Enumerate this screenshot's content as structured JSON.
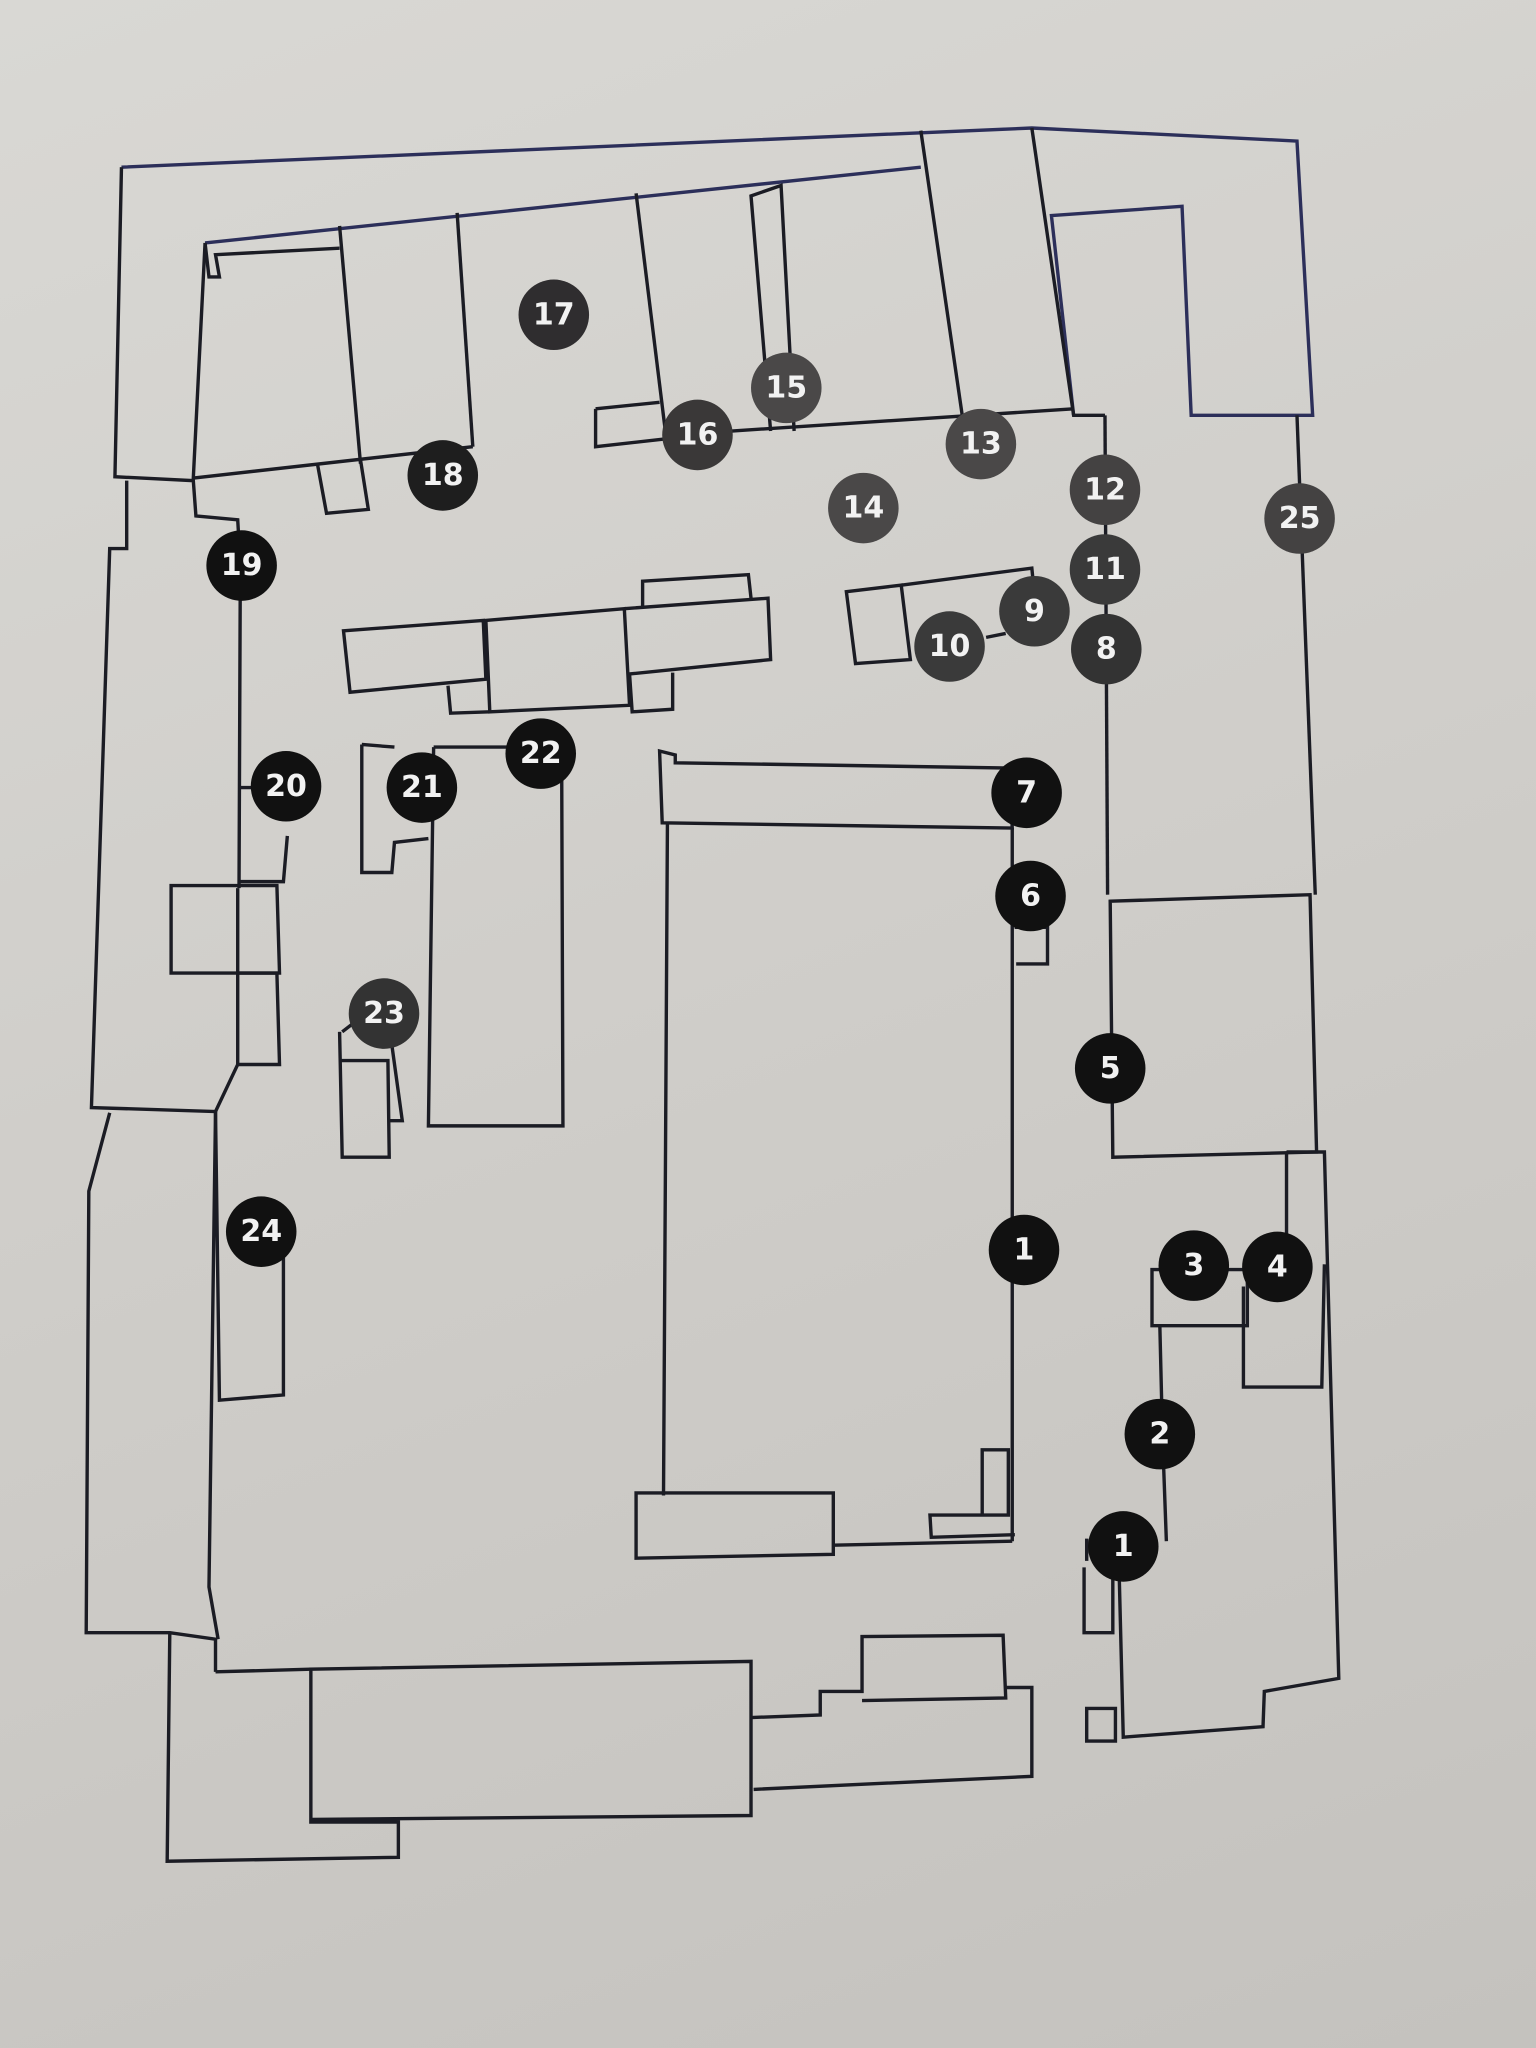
{
  "map": {
    "type": "site floor plan",
    "markers": {
      "m1a": "1",
      "m1b": "1",
      "m2": "2",
      "m3": "3",
      "m4": "4",
      "m5": "5",
      "m6": "6",
      "m7": "7",
      "m8": "8",
      "m9": "9",
      "m10": "10",
      "m11": "11",
      "m12": "12",
      "m13": "13",
      "m14": "14",
      "m15": "15",
      "m16": "16",
      "m17": "17",
      "m18": "18",
      "m19": "19",
      "m20": "20",
      "m21": "21",
      "m22": "22",
      "m23": "23",
      "m24": "24",
      "m25": "25"
    },
    "colors": {
      "marker_dark": "#111111",
      "marker_faded": "#444242",
      "lines": "#1b1c24",
      "background": "#cfcdc9"
    }
  }
}
